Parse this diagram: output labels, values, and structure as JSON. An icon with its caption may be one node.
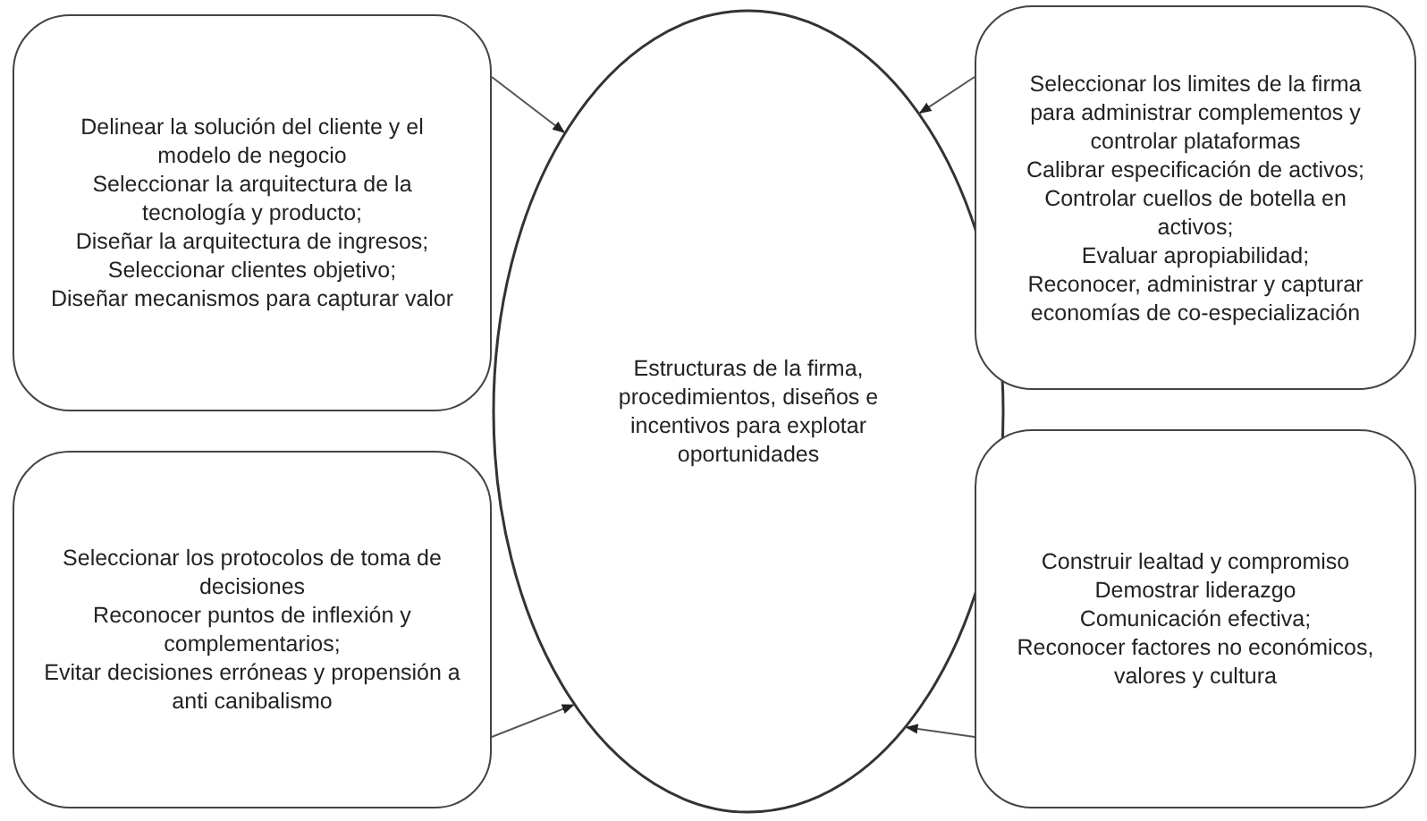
{
  "diagram": {
    "nodes": [
      {
        "text": [
          "Estructuras de la firma, procedimientos, diseños e incentivos para explotar oportunidades"
        ]
      },
      {
        "text": [
          "Delinear la solución del cliente y el modelo de negocio",
          "Seleccionar la arquitectura de la tecnología y producto;",
          "Diseñar la arquitectura de ingresos;",
          "Seleccionar clientes objetivo;",
          "Diseñar mecanismos para capturar valor"
        ]
      },
      {
        "text": [
          "Seleccionar los limites de la firma para administrar complementos y controlar plataformas",
          "Calibrar especificación de activos;",
          "Controlar cuellos de botella en activos;",
          "Evaluar apropiabilidad;",
          "Reconocer, administrar y capturar economías de co-especialización"
        ]
      },
      {
        "text": [
          "Seleccionar los protocolos de toma de decisiones",
          "Reconocer puntos de inflexión y complementarios;",
          "Evitar decisiones erróneas y propensión a anti canibalismo"
        ]
      },
      {
        "text": [
          "Construir lealtad y compromiso",
          "Demostrar liderazgo",
          "Comunicación efectiva;",
          "Reconocer factores no económicos, valores y cultura"
        ]
      }
    ],
    "edges": [
      {
        "from": 1,
        "to": 0,
        "arrow": "to"
      },
      {
        "from": 2,
        "to": 0,
        "arrow": "to"
      },
      {
        "from": 3,
        "to": 0,
        "arrow": "to"
      },
      {
        "from": 4,
        "to": 0,
        "arrow": "to"
      }
    ]
  }
}
